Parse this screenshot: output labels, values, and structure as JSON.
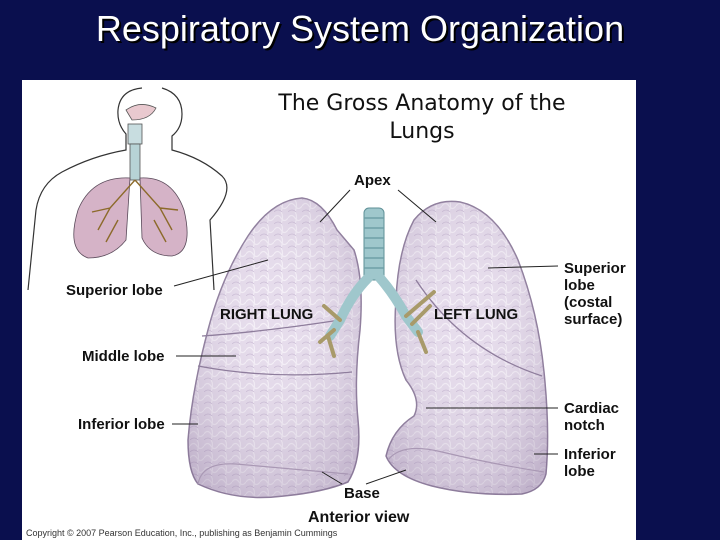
{
  "slide": {
    "title": "Respiratory System Organization"
  },
  "diagram": {
    "title_line1": "The Gross Anatomy of the",
    "title_line2": "Lungs",
    "labels": {
      "apex": "Apex",
      "superior_lobe_right": "Superior lobe",
      "middle_lobe": "Middle lobe",
      "inferior_lobe_right": "Inferior lobe",
      "right_lung": "RIGHT LUNG",
      "left_lung": "LEFT LUNG",
      "superior_lobe_left_1": "Superior",
      "superior_lobe_left_2": "lobe",
      "superior_lobe_left_3": "(costal",
      "superior_lobe_left_4": "surface)",
      "cardiac_notch_1": "Cardiac",
      "cardiac_notch_2": "notch",
      "inferior_lobe_left_1": "Inferior",
      "inferior_lobe_left_2": "lobe",
      "base": "Base",
      "view": "Anterior view"
    },
    "copyright": "Copyright © 2007 Pearson Education, Inc., publishing as Benjamin Cummings"
  },
  "colors": {
    "background": "#0a0f4e",
    "lung_fill": "#e6dcec",
    "lung_edge": "#8e7d9c",
    "trachea": "#9fc7cc"
  }
}
